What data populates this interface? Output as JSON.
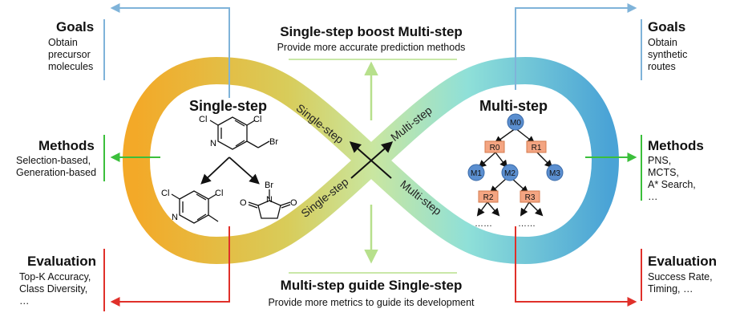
{
  "left": {
    "goals_title": "Goals",
    "goals_lines": [
      "Obtain",
      "precursor",
      "molecules"
    ],
    "methods_title": "Methods",
    "methods_lines": [
      "Selection-based,",
      "Generation-based"
    ],
    "evaluation_title": "Evaluation",
    "evaluation_lines": [
      "Top-K Accuracy,",
      "Class Diversity,",
      "…"
    ]
  },
  "right": {
    "goals_title": "Goals",
    "goals_lines": [
      "Obtain",
      "synthetic",
      "routes"
    ],
    "methods_title": "Methods",
    "methods_lines": [
      "PNS,",
      "MCTS,",
      "A* Search,",
      "…"
    ],
    "evaluation_title": "Evaluation",
    "evaluation_lines": [
      "Success Rate,",
      "Timing, …"
    ]
  },
  "top": {
    "title": "Single-step boost Multi-step",
    "subtitle": "Provide more accurate prediction methods"
  },
  "bottom": {
    "title": "Multi-step guide Single-step",
    "subtitle": "Provide more metrics to guide its development"
  },
  "single_panel": {
    "title": "Single-step",
    "atoms": {
      "cl": "Cl",
      "n": "N",
      "br": "Br",
      "o": "O"
    }
  },
  "multi_panel": {
    "title": "Multi-step",
    "molecule_nodes": [
      "M0",
      "M1",
      "M2",
      "M3"
    ],
    "reaction_nodes": [
      "R0",
      "R1",
      "R2",
      "R3"
    ],
    "ellipsis": "……"
  },
  "band_labels": {
    "single_upper": "Single-step",
    "single_lower": "Single-step",
    "multi_upper": "Multi-step",
    "multi_lower": "Multi-step"
  },
  "colors": {
    "orange": "#f3a928",
    "cyan": "#7fdde6",
    "blue": "#4aa3d6",
    "connector_blue": "#7fb3d9",
    "connector_green": "#3bbf3b",
    "connector_red": "#e0302a",
    "light_green": "#b7e08c",
    "node_blue": "#5b8fd0",
    "node_orange": "#f4a582"
  }
}
